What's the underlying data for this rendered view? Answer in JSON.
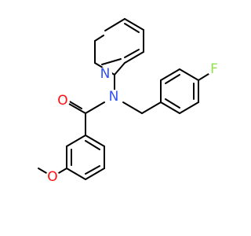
{
  "atoms": {
    "oxygen_carbonyl": {
      "symbol": "O",
      "color": "#ff0d0d"
    },
    "nitrogen_amide": {
      "symbol": "N",
      "color": "#3050f8"
    },
    "nitrogen_pyridine": {
      "symbol": "N",
      "color": "#3050f8"
    },
    "fluorine": {
      "symbol": "F",
      "color": "#90e050"
    },
    "oxygen_methoxy": {
      "symbol": "O",
      "color": "#ff0d0d"
    }
  }
}
